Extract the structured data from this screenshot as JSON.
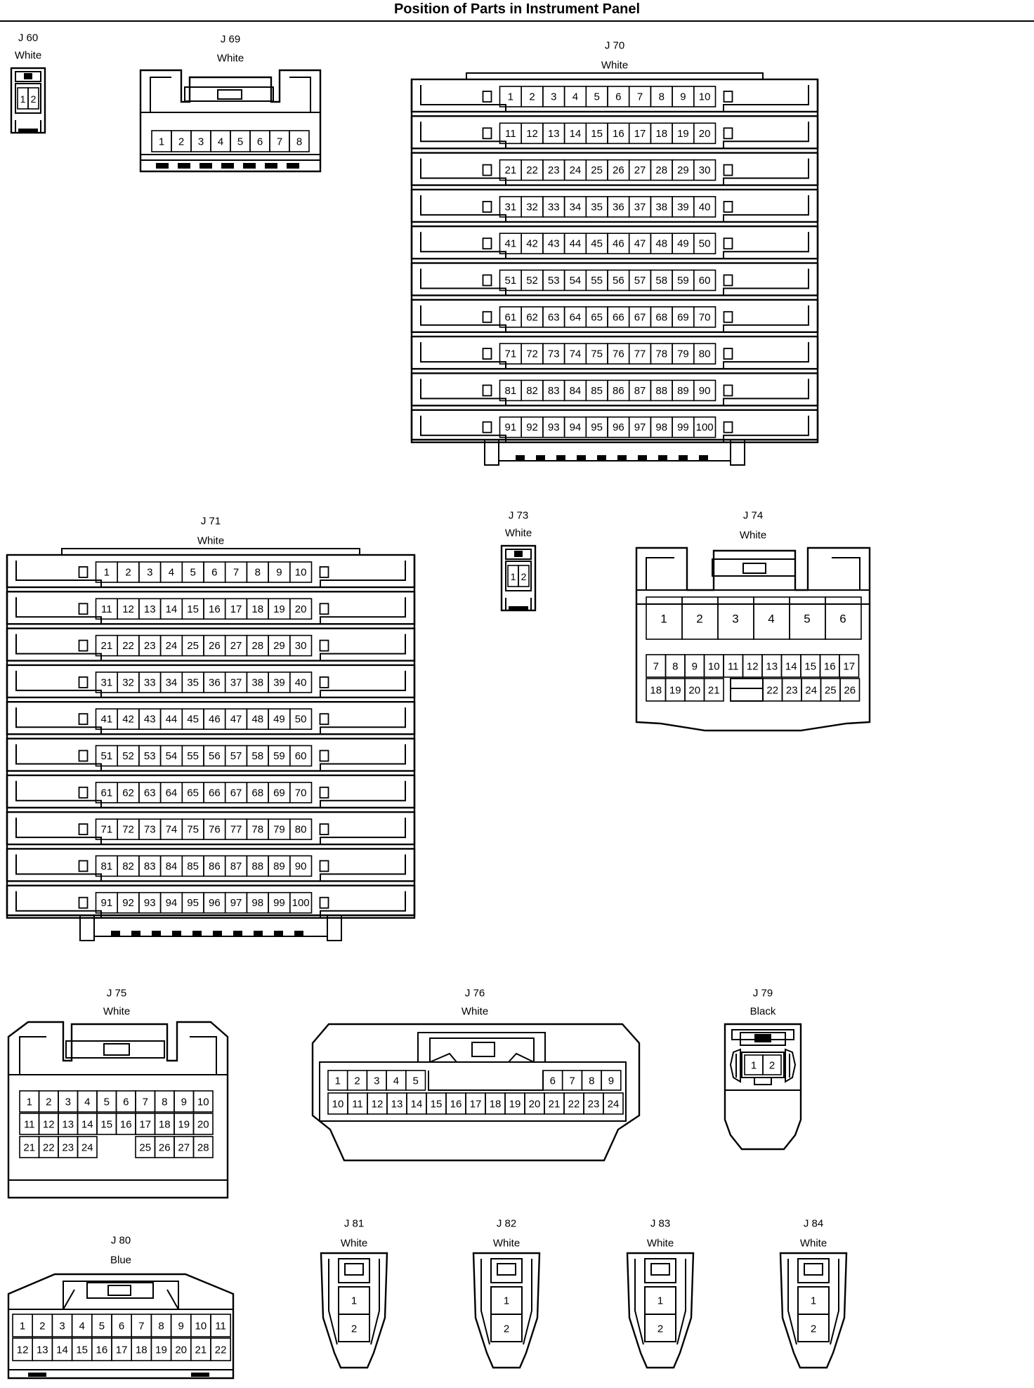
{
  "title": "Position of Parts in Instrument Panel",
  "connectors": {
    "J60": {
      "id": "J 60",
      "color": "White",
      "pins": [
        "1",
        "2"
      ]
    },
    "J69": {
      "id": "J 69",
      "color": "White",
      "pins": [
        "1",
        "2",
        "3",
        "4",
        "5",
        "6",
        "7",
        "8"
      ]
    },
    "J70": {
      "id": "J 70",
      "color": "White",
      "pin_count": 100
    },
    "J71": {
      "id": "J 71",
      "color": "White",
      "pin_count": 100
    },
    "J73": {
      "id": "J 73",
      "color": "White",
      "pins": [
        "1",
        "2"
      ]
    },
    "J74": {
      "id": "J 74",
      "color": "White",
      "big_pins": [
        "1",
        "2",
        "3",
        "4",
        "5",
        "6"
      ],
      "row1": [
        "7",
        "8",
        "9",
        "10",
        "11",
        "12",
        "13",
        "14",
        "15",
        "16",
        "17"
      ],
      "row2_left": [
        "18",
        "19",
        "20",
        "21"
      ],
      "row2_right": [
        "22",
        "23",
        "24",
        "25",
        "26"
      ]
    },
    "J75": {
      "id": "J 75",
      "color": "White",
      "row1": [
        "1",
        "2",
        "3",
        "4",
        "5",
        "6",
        "7",
        "8",
        "9",
        "10"
      ],
      "row2": [
        "11",
        "12",
        "13",
        "14",
        "15",
        "16",
        "17",
        "18",
        "19",
        "20"
      ],
      "row3_left": [
        "21",
        "22",
        "23",
        "24"
      ],
      "row3_right": [
        "25",
        "26",
        "27",
        "28"
      ]
    },
    "J76": {
      "id": "J 76",
      "color": "White",
      "row1_left": [
        "1",
        "2",
        "3",
        "4",
        "5"
      ],
      "row1_right": [
        "6",
        "7",
        "8",
        "9"
      ],
      "row2": [
        "10",
        "11",
        "12",
        "13",
        "14",
        "15",
        "16",
        "17",
        "18",
        "19",
        "20",
        "21",
        "22",
        "23",
        "24"
      ]
    },
    "J79": {
      "id": "J 79",
      "color": "Black",
      "pins": [
        "1",
        "2"
      ]
    },
    "J80": {
      "id": "J 80",
      "color": "Blue",
      "row1": [
        "1",
        "2",
        "3",
        "4",
        "5",
        "6",
        "7",
        "8",
        "9",
        "10",
        "11"
      ],
      "row2": [
        "12",
        "13",
        "14",
        "15",
        "16",
        "17",
        "18",
        "19",
        "20",
        "21",
        "22"
      ]
    },
    "J81": {
      "id": "J 81",
      "color": "White",
      "pins": [
        "1",
        "2"
      ]
    },
    "J82": {
      "id": "J 82",
      "color": "White",
      "pins": [
        "1",
        "2"
      ]
    },
    "J83": {
      "id": "J 83",
      "color": "White",
      "pins": [
        "1",
        "2"
      ]
    },
    "J84": {
      "id": "J 84",
      "color": "White",
      "pins": [
        "1",
        "2"
      ]
    }
  }
}
